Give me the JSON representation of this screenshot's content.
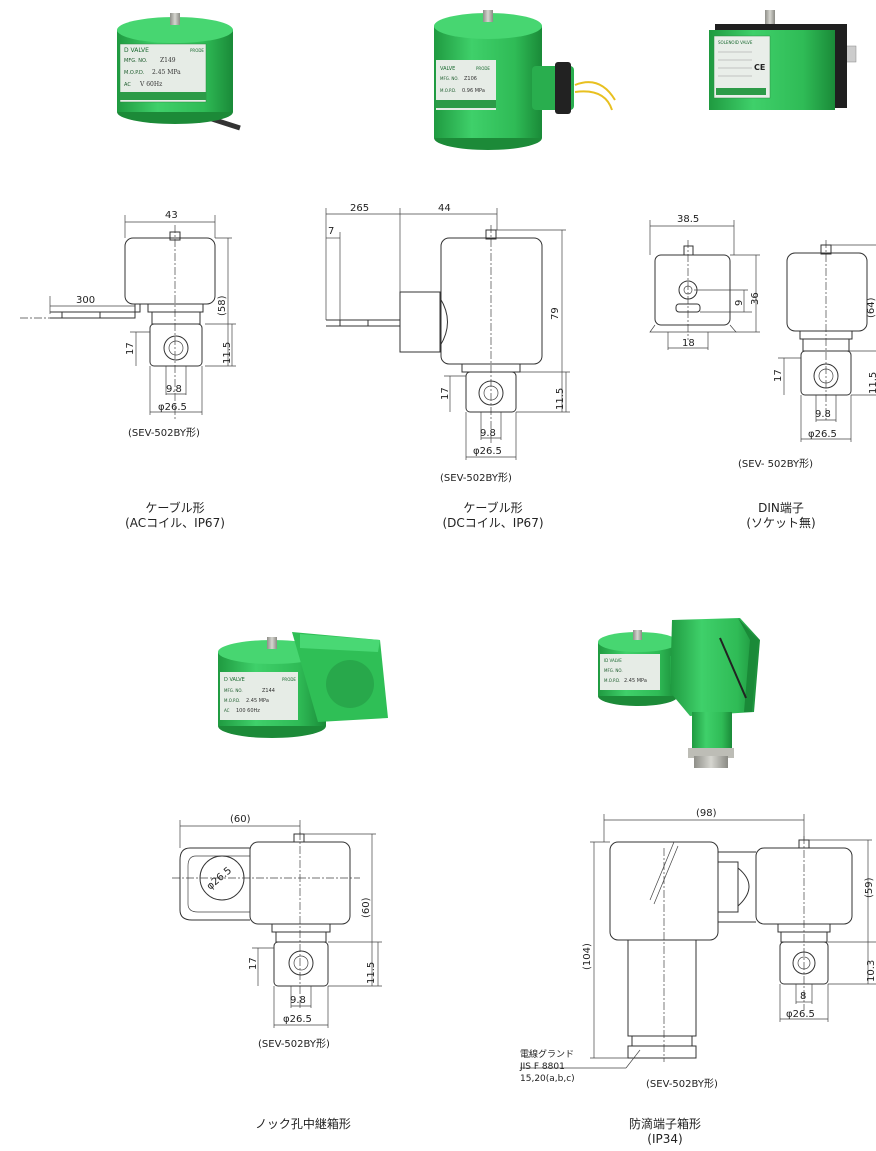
{
  "colors": {
    "coil_green": "#33c25a",
    "coil_dark": "#1f9a40",
    "plate": "#e9ece9",
    "steel": "#b9b9b3"
  },
  "products": [
    {
      "name_line1": "ケーブル形",
      "name_line2": "(ACコイル、IP67)",
      "photo_label": {
        "title": "D VALVE",
        "brand": "PRODE",
        "row1_key": "MFG. NO.",
        "row1_val": "Z149",
        "row2_key": "M.O.P.D.",
        "row2_val": "2.45 MPa",
        "row3_key": "AC",
        "row3_val": "V 60Hz"
      },
      "model": "(SEV-502BY形)",
      "dims": {
        "width": "43",
        "cable": "300",
        "height": "(58)",
        "port": "17",
        "bottom": "11.5",
        "hole": "9.8",
        "dia": "φ26.5"
      }
    },
    {
      "name_line1": "ケーブル形",
      "name_line2": "(DCコイル、IP67)",
      "photo_label": {
        "title": "VALVE",
        "brand": "PRODE",
        "row1_key": "MFG. NO.",
        "row1_val": "Z106",
        "row2_key": "M.O.P.D.",
        "row2_val": "0.96 MPa",
        "row3_key": "",
        "row3_val": ""
      },
      "model": "(SEV-502BY形)",
      "dims": {
        "lead": "265",
        "width": "44",
        "strip": "7",
        "height": "79",
        "port": "17",
        "bottom": "11.5",
        "hole": "9.8",
        "dia": "φ26.5"
      }
    },
    {
      "name_line1": "DIN端子",
      "name_line2": "(ソケット無)",
      "photo_label": {
        "title": "SOLENOID VALVE",
        "ce": "CE"
      },
      "model": "(SEV- 502BY形)",
      "dims": {
        "width": "38.5",
        "pin": "9",
        "height": "36",
        "base": "18",
        "height_side": "(64)",
        "port": "17",
        "bottom": "11.5",
        "hole": "9.8",
        "dia": "φ26.5"
      }
    },
    {
      "name_line1": "ノック孔中継箱形",
      "name_line2": "",
      "photo_label": {
        "title": "D VALVE",
        "brand": "PRODE",
        "row1_key": "MFG. NO.",
        "row1_val": "Z144",
        "row2_key": "M.O.P.D.",
        "row2_val": "2.45 MPa",
        "row3_key": "AC",
        "row3_val": "100 60Hz"
      },
      "model": "(SEV-502BY形)",
      "dims": {
        "width": "(60)",
        "knock": "φ26.5",
        "height": "(60)",
        "port": "17",
        "bottom": "11.5",
        "hole": "9.8",
        "dia": "φ26.5"
      }
    },
    {
      "name_line1": "防滴端子箱形",
      "name_line2": "(IP34)",
      "photo_label": {
        "title": "ID VALVE",
        "row1_key": "MFG. NO.",
        "row1_val": "",
        "row2_key": "M.O.P.D.",
        "row2_val": "2.45 MPa",
        "row3_key": "",
        "row3_val": ""
      },
      "model": "(SEV-502BY形)",
      "gland_line1": "電線グランド",
      "gland_line2": "JIS F 8801",
      "gland_line3": "15,20(a,b,c)",
      "dims": {
        "width": "(98)",
        "height": "(104)",
        "height_side": "(59)",
        "bottom": "10.3",
        "hole": "8",
        "dia": "φ26.5"
      }
    }
  ]
}
